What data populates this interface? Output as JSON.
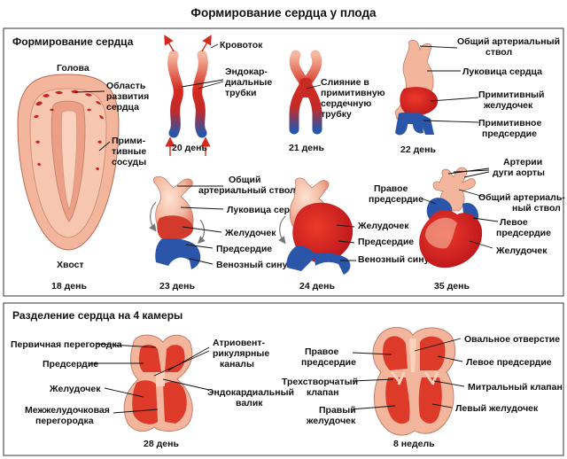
{
  "title": "Формирование сердца у плода",
  "panel1": {
    "heading": "Формирование сердца",
    "embryo": {
      "head": "Голова",
      "tail": "Хвост",
      "heart_area": [
        "Область",
        "развития",
        "сердца"
      ],
      "vessels": [
        "Прими-",
        "тивные",
        "сосуды"
      ],
      "day": "18 день"
    },
    "day20": {
      "bloodflow": "Кровоток",
      "endocardial": [
        "Эндокар-",
        "диальные",
        "трубки"
      ],
      "day": "20 день"
    },
    "day21": {
      "fusion": [
        "Слияние в",
        "примитивную",
        "сердечную",
        "трубку"
      ],
      "day": "21 день"
    },
    "day22": {
      "truncus": [
        "Общий артериальный",
        "ствол"
      ],
      "bulbus": "Луковица сердца",
      "ventricle": [
        "Примитивный",
        "желудочек"
      ],
      "atrium": [
        "Примитивное",
        "предсердие"
      ],
      "day": "22 день"
    },
    "day23": {
      "truncus": [
        "Общий",
        "артериальный ствол"
      ],
      "bulbus": "Луковица сердца",
      "ventricle": "Желудочек",
      "atrium": "Предсердие",
      "sinus": "Венозный синус",
      "day": "23 день"
    },
    "day24": {
      "ventricle": "Желудочек",
      "atrium": "Предсердие",
      "sinus": "Венозный синус",
      "day": "24 день"
    },
    "day35": {
      "right_atrium": [
        "Правое",
        "предсердие"
      ],
      "aortic_arches": [
        "Артерии",
        "дуги аорты"
      ],
      "truncus": [
        "Общий артериаль-",
        "ный ствол"
      ],
      "left_atrium": [
        "Левое",
        "предсердие"
      ],
      "ventricle": "Желудочек",
      "day": "35 день"
    }
  },
  "panel2": {
    "heading": "Разделение сердца на 4 камеры",
    "day28": {
      "septum_primum": "Первичная перегородка",
      "atrium": "Предсердие",
      "ventricle": "Желудочек",
      "iv_septum": [
        "Межжелудочковая",
        "перегородка"
      ],
      "av_canals": [
        "Атриовент-",
        "рикулярные",
        "каналы"
      ],
      "endocardial_cushion": [
        "Эндокардиальный",
        "валик"
      ],
      "day": "28 день"
    },
    "week8": {
      "right_atrium": [
        "Правое",
        "предсердие"
      ],
      "tricuspid": [
        "Трехстворчатый",
        "клапан"
      ],
      "right_ventricle": [
        "Правый",
        "желудочек"
      ],
      "foramen_ovale": "Овальное отверстие",
      "left_atrium": "Левое предсердие",
      "mitral": "Митральный клапан",
      "left_ventricle": "Левый желудочек",
      "day": "8 недель"
    }
  },
  "colors": {
    "red": "#d42a1e",
    "blue": "#2a55a8",
    "skin": "#f3b59c",
    "skin_dark": "#e89a80",
    "border": "#555555"
  }
}
